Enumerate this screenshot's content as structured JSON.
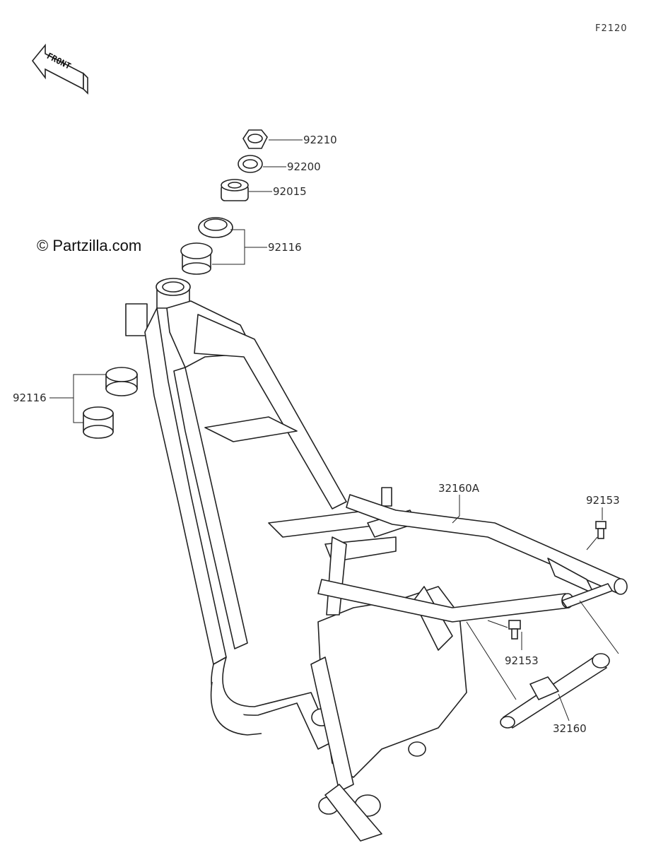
{
  "figure_id": "F2120",
  "watermark": "© Partzilla.com",
  "front_arrow_text": "FRONT",
  "callouts": {
    "nut_top": "92210",
    "washer": "92200",
    "nut_steering": "92015",
    "bearing_upper": "92116",
    "bearing_lower": "92116",
    "subframe_upper": "32160A",
    "bolt_upper": "92153",
    "bolt_lower": "92153",
    "subframe_lower": "32160"
  }
}
